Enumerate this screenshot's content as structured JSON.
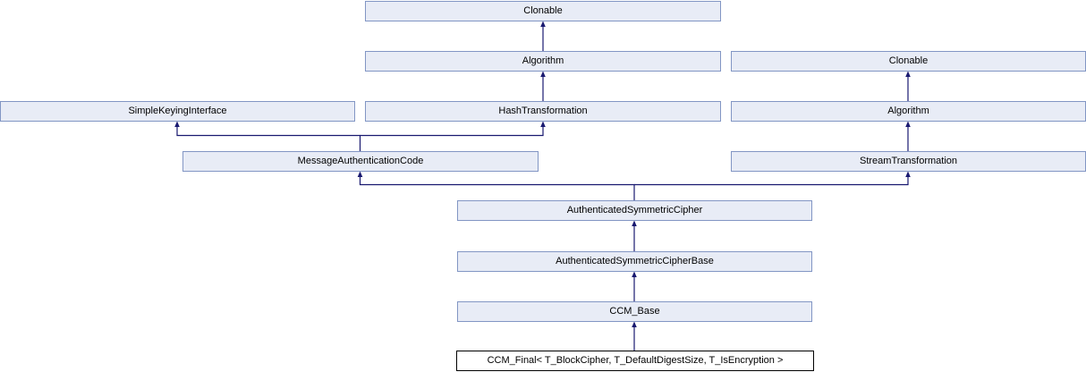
{
  "diagram": {
    "type": "class-inheritance-graph",
    "colors": {
      "node_fill": "#e8ecf6",
      "node_border": "#8296c4",
      "edge": "#191970",
      "focus_node_fill": "#ffffff",
      "focus_node_border": "#000000",
      "text": "#000000",
      "background": "#ffffff"
    },
    "nodes": [
      {
        "id": "clonable-top",
        "label": "Clonable"
      },
      {
        "id": "algorithm-left",
        "label": "Algorithm"
      },
      {
        "id": "clonable-right",
        "label": "Clonable"
      },
      {
        "id": "simple-keying-interface",
        "label": "SimpleKeyingInterface"
      },
      {
        "id": "hash-transformation",
        "label": "HashTransformation"
      },
      {
        "id": "algorithm-right",
        "label": "Algorithm"
      },
      {
        "id": "message-authentication-code",
        "label": "MessageAuthenticationCode"
      },
      {
        "id": "stream-transformation",
        "label": "StreamTransformation"
      },
      {
        "id": "authenticated-symmetric-cipher",
        "label": "AuthenticatedSymmetricCipher"
      },
      {
        "id": "authenticated-symmetric-cipher-base",
        "label": "AuthenticatedSymmetricCipherBase"
      },
      {
        "id": "ccm-base",
        "label": "CCM_Base"
      },
      {
        "id": "ccm-final",
        "label": "CCM_Final< T_BlockCipher, T_DefaultDigestSize, T_IsEncryption >"
      }
    ],
    "edges": [
      {
        "from": "algorithm-left",
        "to": "clonable-top"
      },
      {
        "from": "hash-transformation",
        "to": "algorithm-left"
      },
      {
        "from": "message-authentication-code",
        "to": "simple-keying-interface"
      },
      {
        "from": "message-authentication-code",
        "to": "hash-transformation"
      },
      {
        "from": "algorithm-right",
        "to": "clonable-right"
      },
      {
        "from": "stream-transformation",
        "to": "algorithm-right"
      },
      {
        "from": "authenticated-symmetric-cipher",
        "to": "message-authentication-code"
      },
      {
        "from": "authenticated-symmetric-cipher",
        "to": "stream-transformation"
      },
      {
        "from": "authenticated-symmetric-cipher-base",
        "to": "authenticated-symmetric-cipher"
      },
      {
        "from": "ccm-base",
        "to": "authenticated-symmetric-cipher-base"
      },
      {
        "from": "ccm-final",
        "to": "ccm-base"
      }
    ]
  }
}
